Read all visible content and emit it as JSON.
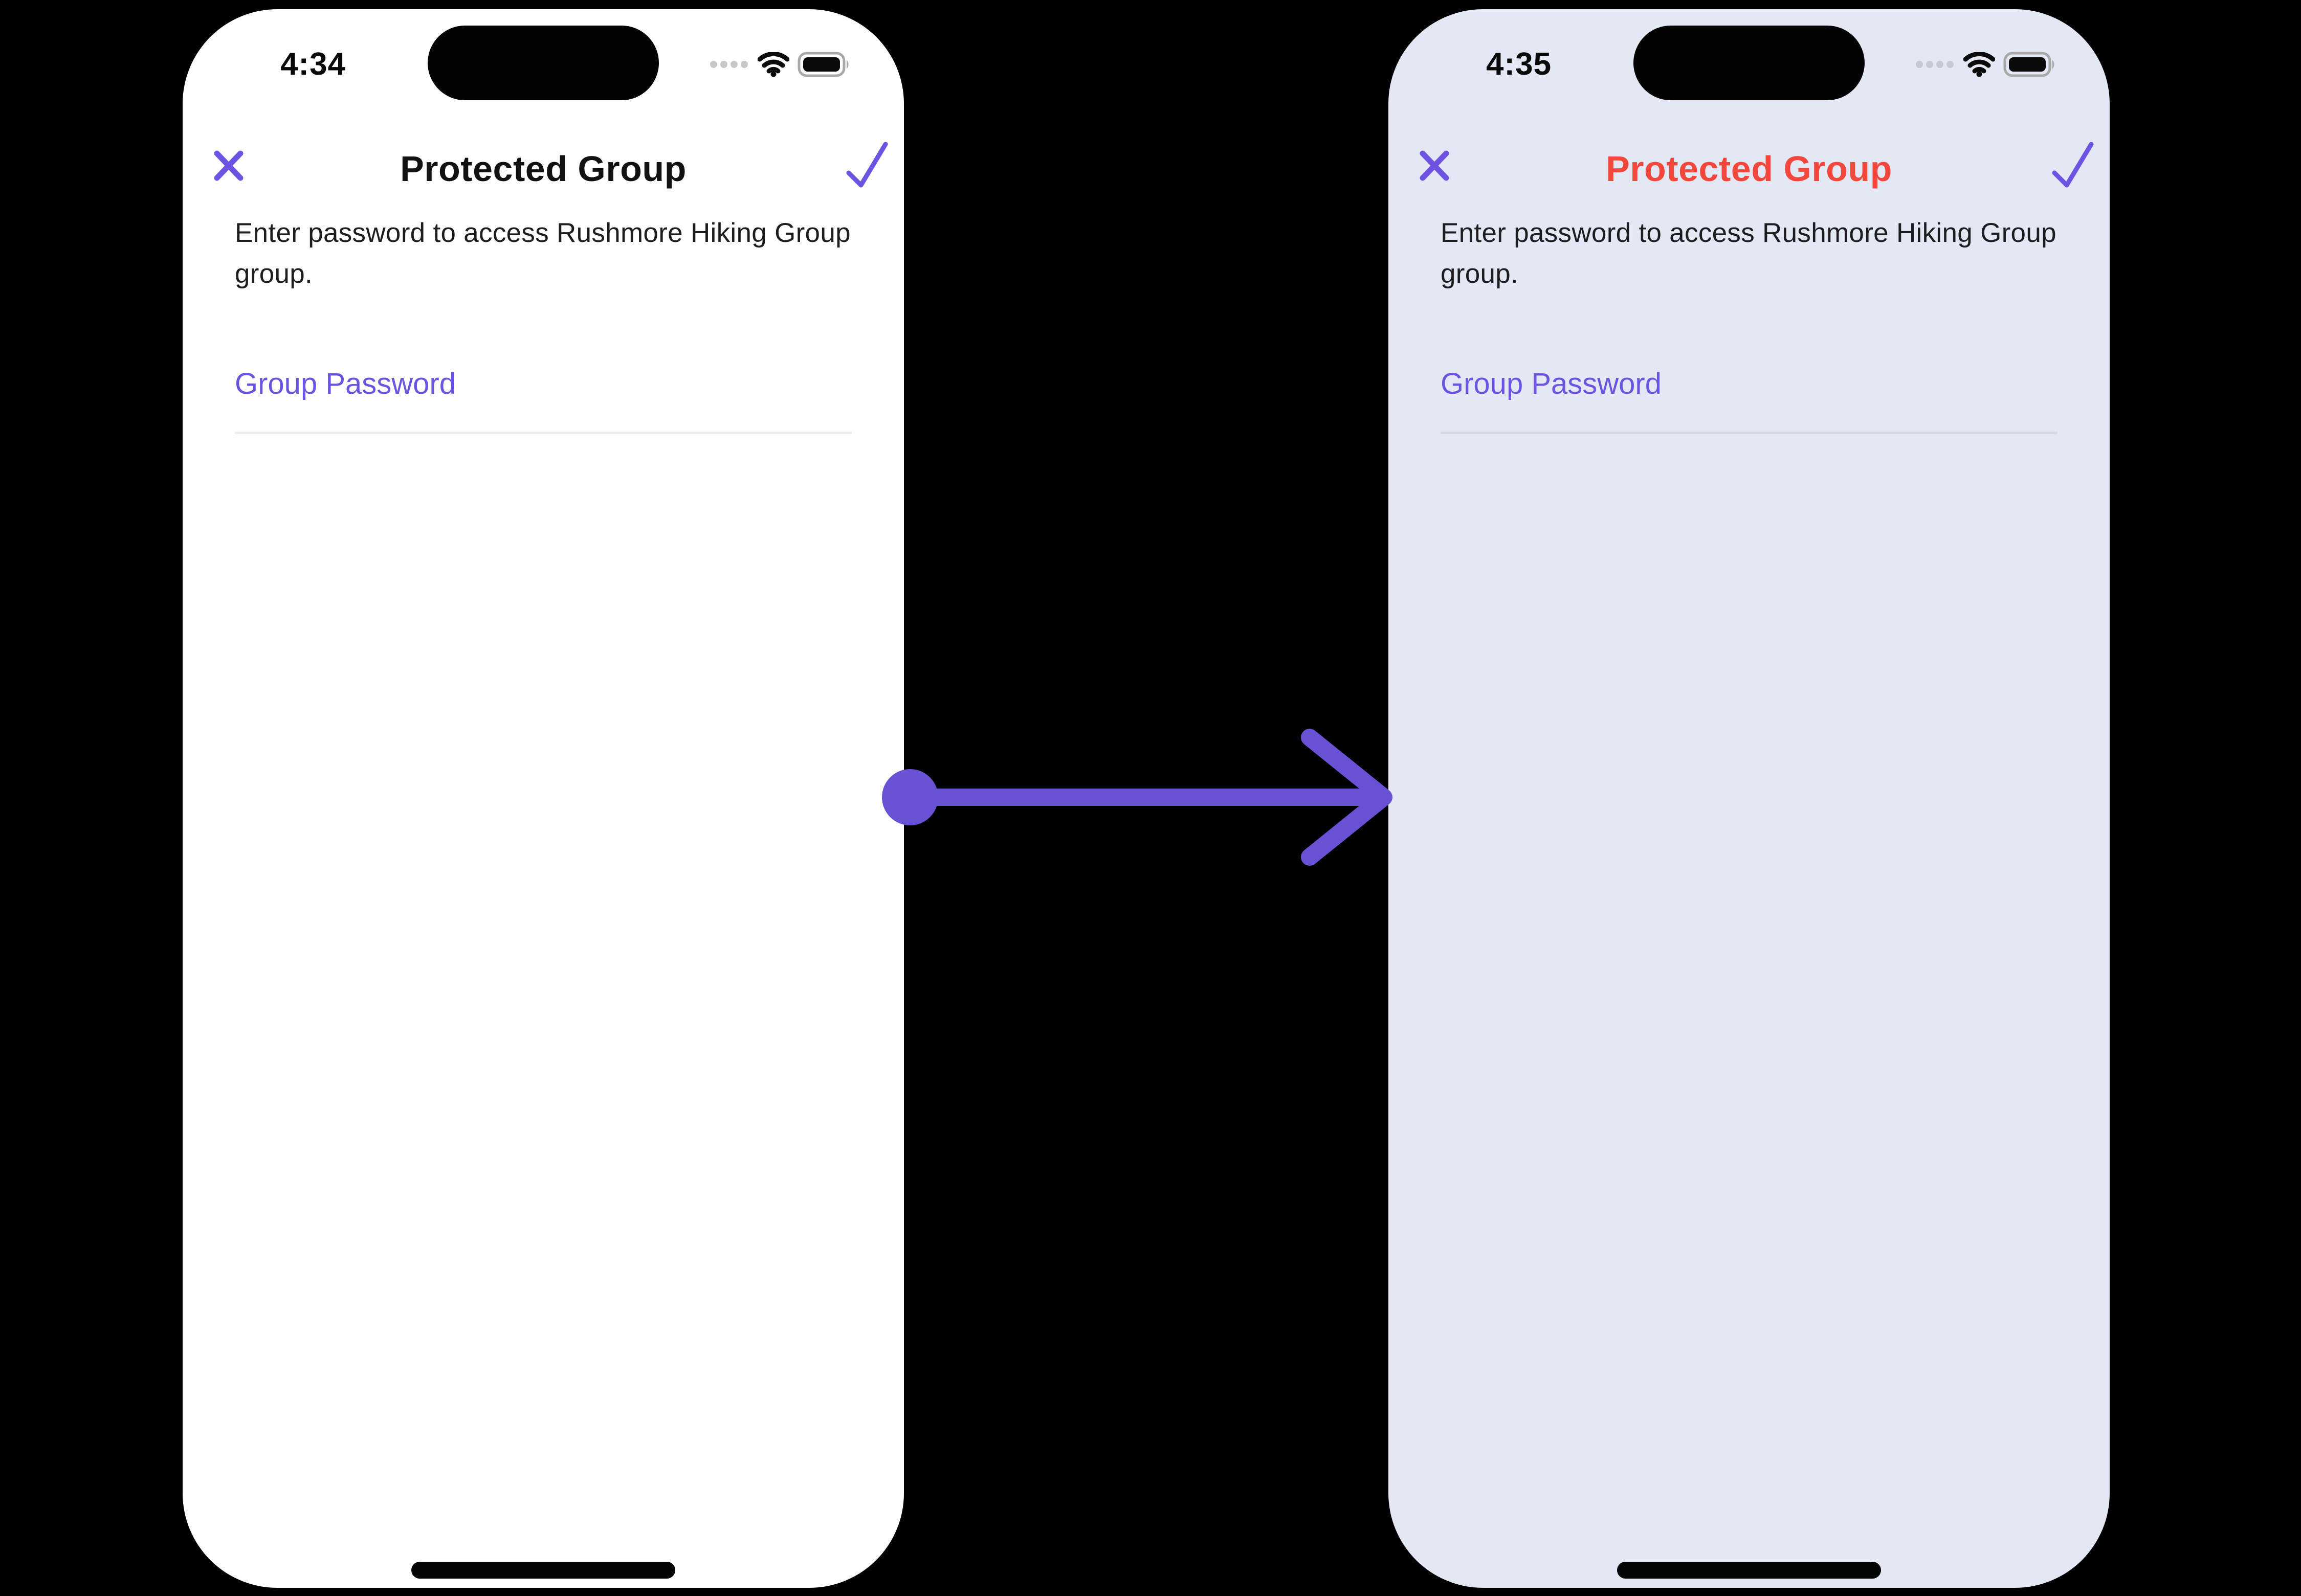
{
  "background": "#000000",
  "colors": {
    "accent_purple": "#6C53E2",
    "arrow_purple": "#6951D6",
    "title_red": "#F4473C",
    "phone_before_bg": "#FFFFFF",
    "phone_after_bg": "#E4E8F4",
    "divider_before": "#EDEDED",
    "divider_after": "#D5D9E5",
    "body_text": "#1D1D1F",
    "title_dark": "#101113",
    "cellular_dots_gray": "#C7C7C7",
    "battery_outline_gray": "#A8A8A8"
  },
  "icons": {
    "close": "x-close-icon",
    "confirm": "checkmark-icon",
    "cellular": "cellular-dots-icon",
    "wifi": "wifi-icon",
    "battery": "battery-full-icon"
  },
  "arrow": {
    "direction": "left-to-right",
    "color": "#6951D6"
  },
  "phones": [
    {
      "name": "before",
      "status": {
        "time": "4:34"
      },
      "nav": {
        "title": "Protected Group",
        "title_color": "#101113"
      },
      "body": {
        "description": "Enter password to access Rushmore Hiking Group group."
      },
      "field": {
        "label": "Group Password",
        "value": ""
      }
    },
    {
      "name": "after",
      "status": {
        "time": "4:35"
      },
      "nav": {
        "title": "Protected Group",
        "title_color": "#F4473C"
      },
      "body": {
        "description": "Enter password to access Rushmore Hiking Group group."
      },
      "field": {
        "label": "Group Password",
        "value": ""
      }
    }
  ]
}
